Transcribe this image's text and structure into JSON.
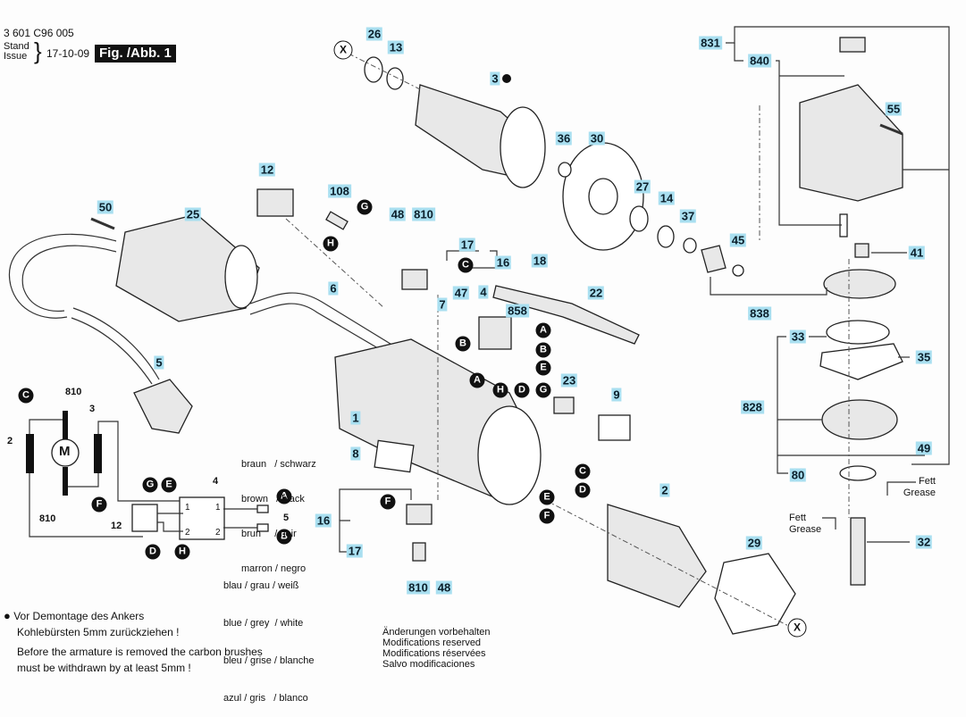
{
  "header": {
    "doc_number": "3 601 C96 005",
    "stand_label": "Stand",
    "issue_label": "Issue",
    "date": "17-10-09",
    "figure_label": "Fig. /Abb. 1"
  },
  "part_labels": [
    "26",
    "13",
    "3",
    "36",
    "30",
    "27",
    "14",
    "37",
    "45",
    "831",
    "840",
    "55",
    "41",
    "838",
    "33",
    "35",
    "828",
    "49",
    "80",
    "32",
    "29",
    "2",
    "12",
    "108",
    "48",
    "810",
    "17",
    "16",
    "18",
    "22",
    "50",
    "25",
    "6",
    "47",
    "4",
    "7",
    "858",
    "23",
    "9",
    "5",
    "1",
    "8",
    "17",
    "16",
    "810",
    "48"
  ],
  "connector_labels": [
    "G",
    "H",
    "C",
    "B",
    "A",
    "A",
    "B",
    "E",
    "H",
    "D",
    "G",
    "C",
    "D",
    "E",
    "F",
    "F"
  ],
  "special_markers": {
    "x_marker": "X",
    "armature_dot_note_ref": "3"
  },
  "wiring_diagram": {
    "motor_label": "M",
    "labels": {
      "brush_holder": "810",
      "armature": "3",
      "field": "2",
      "brush_holder_bottom": "810",
      "switch": "4",
      "suppressor": "12",
      "cord": "5"
    },
    "connector_bubbles": [
      "C",
      "F",
      "G",
      "E",
      "A",
      "B",
      "D",
      "H"
    ],
    "switch_terminals": [
      "1",
      "1",
      "2",
      "2"
    ],
    "wire_colors_top": [
      {
        "de": "braun",
        "alt": "schwarz"
      },
      {
        "de": "brown",
        "alt": "black"
      },
      {
        "de": "brun",
        "alt": "noir"
      },
      {
        "de": "marron",
        "alt": "negro"
      }
    ],
    "wire_colors_top_lines": [
      "braun   / schwarz",
      "brown   / black",
      "brun     / noir",
      "marron / negro"
    ],
    "wire_colors_bottom_lines": [
      "blau / grau / weiß",
      "blue / grey  / white",
      "bleu / grise / blanche",
      "azul / gris   / blanco"
    ]
  },
  "grease_notes": [
    {
      "line1": "Fett",
      "line2": "Grease"
    },
    {
      "line1": "Fett",
      "line2": "Grease"
    }
  ],
  "footer": {
    "warning_de_1": "Vor Demontage des Ankers",
    "warning_de_2": "Kohlebürsten 5mm zurückziehen !",
    "warning_en_1": "Before the armature is removed the carbon brushes",
    "warning_en_2": "must be withdrawn by at least 5mm !",
    "mods_de": "Änderungen vorbehalten",
    "mods_en": "Modifications reserved",
    "mods_fr": "Modifications réservées",
    "mods_es": "Salvo modificaciones"
  },
  "colors": {
    "label_highlight": "#a9dff0",
    "bubble": "#111111"
  }
}
